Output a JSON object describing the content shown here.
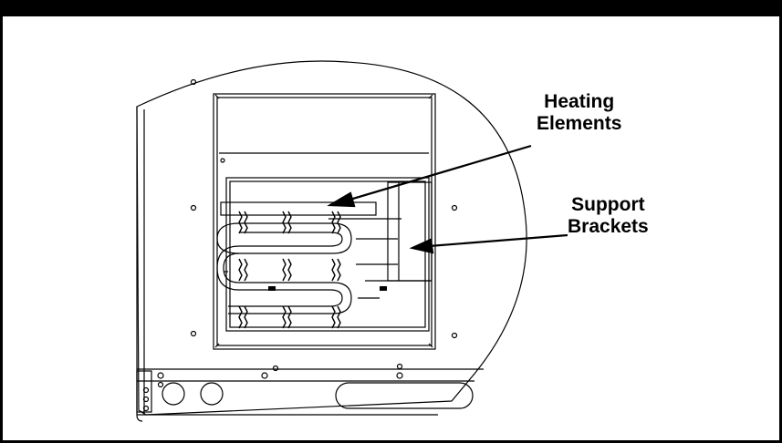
{
  "callouts": {
    "heating_line1": "Heating",
    "heating_line2": "Elements",
    "support_line1": "Support",
    "support_line2": "Brackets"
  },
  "colors": {
    "line": "#000000",
    "background": "#ffffff"
  }
}
